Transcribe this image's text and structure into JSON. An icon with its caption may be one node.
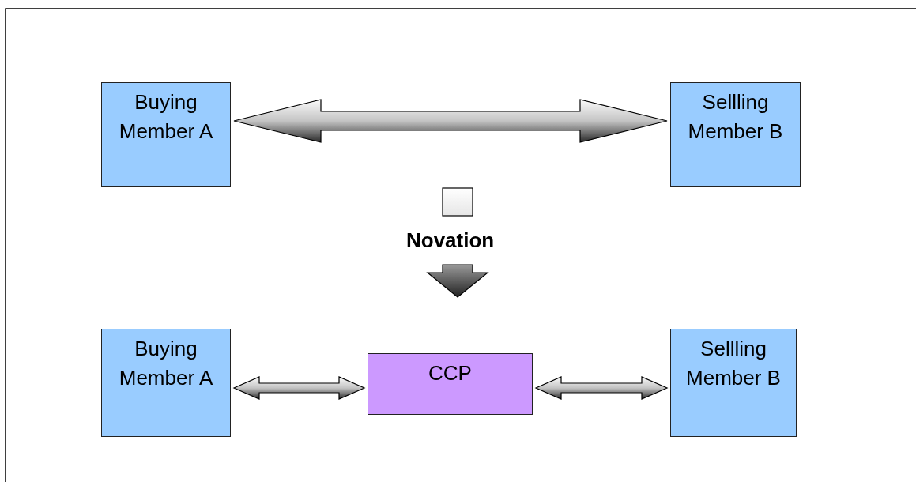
{
  "diagram": {
    "nodes": [
      {
        "text": [
          "Buying Member A"
        ]
      },
      {
        "text": [
          "Sellling Member B"
        ]
      },
      {
        "text": [
          "Buying Member A"
        ]
      },
      {
        "text": [
          "CCP"
        ]
      },
      {
        "text": [
          "Sellling Member B"
        ]
      }
    ],
    "edges": [
      {
        "from": 0,
        "to": 1,
        "arrow": "both"
      },
      {
        "from": 2,
        "to": 3,
        "arrow": "both"
      },
      {
        "from": 3,
        "to": 4,
        "arrow": "both"
      }
    ],
    "labels": [
      "Novation"
    ]
  }
}
